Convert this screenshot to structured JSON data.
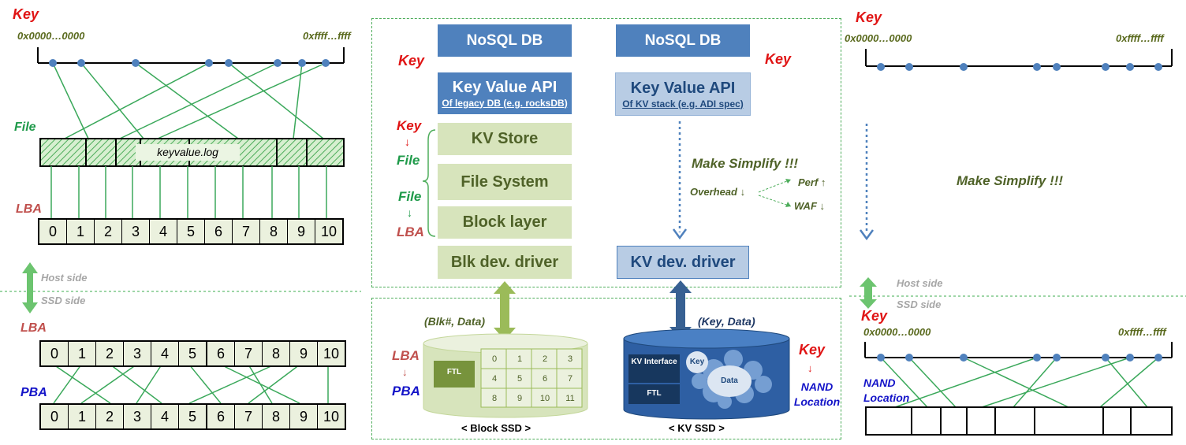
{
  "left": {
    "key_label": "Key",
    "key_start": "0x0000…0000",
    "key_end": "0xffff…ffff",
    "file_label": "File",
    "file_name": "keyvalue.log",
    "lba_label": "LBA",
    "lba_cells": [
      "0",
      "1",
      "2",
      "3",
      "4",
      "5",
      "6",
      "7",
      "8",
      "9",
      "10"
    ],
    "host_side": "Host side",
    "ssd_side": "SSD side",
    "lba_label2": "LBA",
    "pba_label": "PBA",
    "lba_cells2": [
      "0",
      "1",
      "2",
      "3",
      "4",
      "5",
      "6",
      "7",
      "8",
      "9",
      "10"
    ],
    "pba_cells": [
      "0",
      "1",
      "2",
      "3",
      "4",
      "5",
      "6",
      "7",
      "8",
      "9",
      "10"
    ]
  },
  "center": {
    "nosql_left": "NoSQL DB",
    "nosql_right": "NoSQL DB",
    "key_left": "Key",
    "key_right": "Key",
    "kvapi_left": "Key Value API",
    "kvapi_left_sub": "Of legacy DB (e.g. rocksDB)",
    "kvapi_right": "Key Value API",
    "kvapi_right_sub": "Of KV stack (e.g. ADI spec)",
    "kv_store": "KV Store",
    "file_system": "File System",
    "block_layer": "Block layer",
    "blk_driver": "Blk dev. driver",
    "kv_driver": "KV dev. driver",
    "side_key": "Key",
    "side_arrow1": "↓",
    "side_file": "File",
    "side_file2": "File",
    "side_arrow2": "↓",
    "side_lba": "LBA",
    "make_simplify": "Make Simplify !!!",
    "overhead": "Overhead",
    "down_arrow": "↓",
    "perf": "Perf",
    "up_arrow": "↑",
    "waf": "WAF",
    "blk_data": "(Blk#, Data)",
    "key_data": "(Key, Data)",
    "ftl": "FTL",
    "grid": [
      "0",
      "1",
      "2",
      "3",
      "4",
      "5",
      "6",
      "7",
      "8",
      "9",
      "10",
      "11"
    ],
    "lba_map": "LBA",
    "map_arrow": "↓",
    "pba_map": "PBA",
    "kv_interface": "KV Interface",
    "kv_ftl": "FTL",
    "bubble_key": "Key",
    "bubble_data": "Data",
    "key_map": "Key",
    "map_arrow2": "↓",
    "nand_location": "NAND Location",
    "block_ssd": "< Block  SSD >",
    "kv_ssd": "< KV SSD >"
  },
  "right": {
    "key_label": "Key",
    "key_start": "0x0000…0000",
    "key_end": "0xffff…ffff",
    "make_simplify": "Make Simplify !!!",
    "host_side": "Host side",
    "ssd_side": "SSD side",
    "key_label2": "Key",
    "key_start2": "0x0000…0000",
    "key_end2": "0xffff…ffff",
    "nand_location": "NAND Location"
  },
  "colors": {
    "blue": "#4f81bd",
    "light_blue": "#b8cce4",
    "light_green": "#d7e4bc",
    "line_green": "#1f9a4a",
    "red": "#e01414"
  }
}
